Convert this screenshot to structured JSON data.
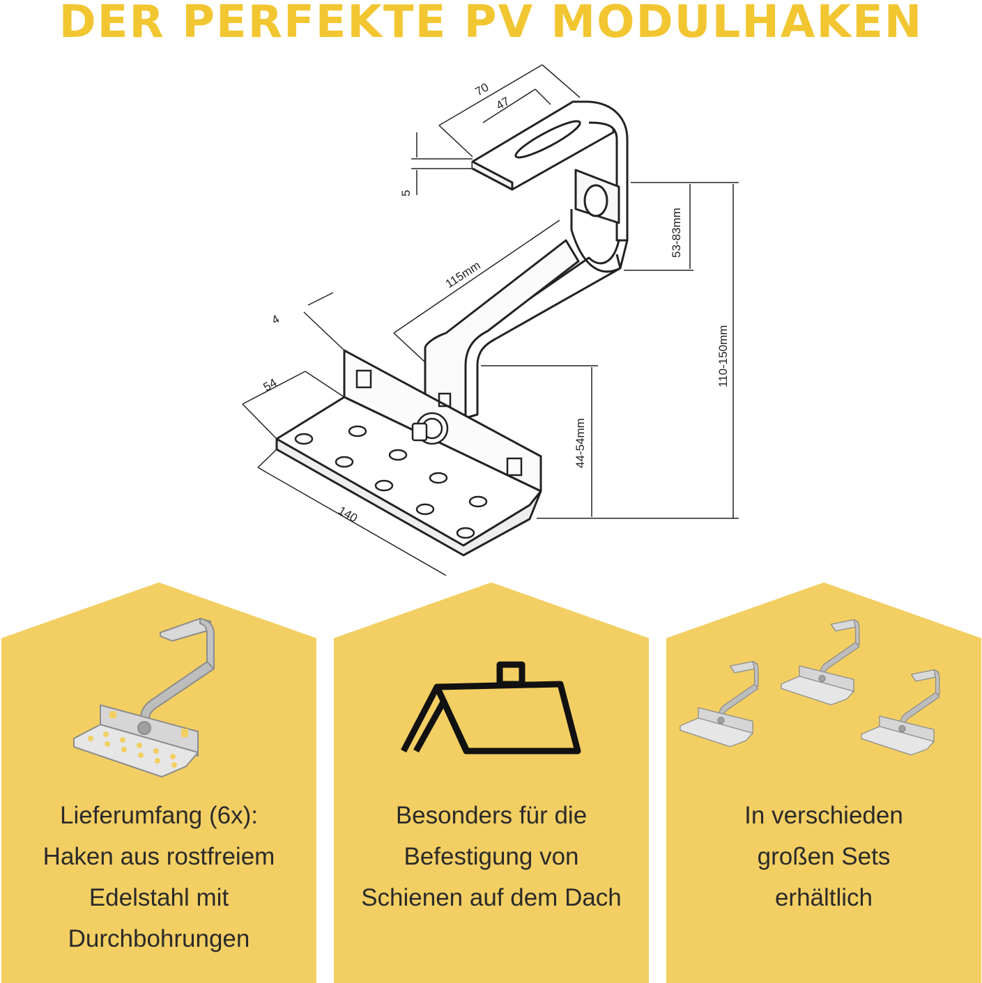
{
  "title": "DER PERFEKTE PV MODULHAKEN",
  "colors": {
    "accent": "#f2c631",
    "panel_bg": "#f3cf63",
    "line": "#222222"
  },
  "dimensions": {
    "top_length": "70",
    "slot_length": "47",
    "plate_thickness": "5",
    "arm_length": "115mm",
    "adjust_range": "53-83mm",
    "total_height": "110-150mm",
    "base_thickness": "4",
    "base_width": "54",
    "base_length": "140",
    "base_height": "44-54mm"
  },
  "panels": [
    {
      "icon": "single-hook-icon",
      "lines": [
        "Lieferumfang (6x):",
        "Haken aus rostfreiem",
        "Edelstahl mit",
        "Durchbohrungen"
      ]
    },
    {
      "icon": "roof-icon",
      "lines": [
        "Besonders für die",
        "Befestigung von",
        "Schienen auf dem Dach"
      ]
    },
    {
      "icon": "hook-set-icon",
      "lines": [
        "In verschieden",
        "großen Sets",
        "erhältlich"
      ]
    }
  ]
}
